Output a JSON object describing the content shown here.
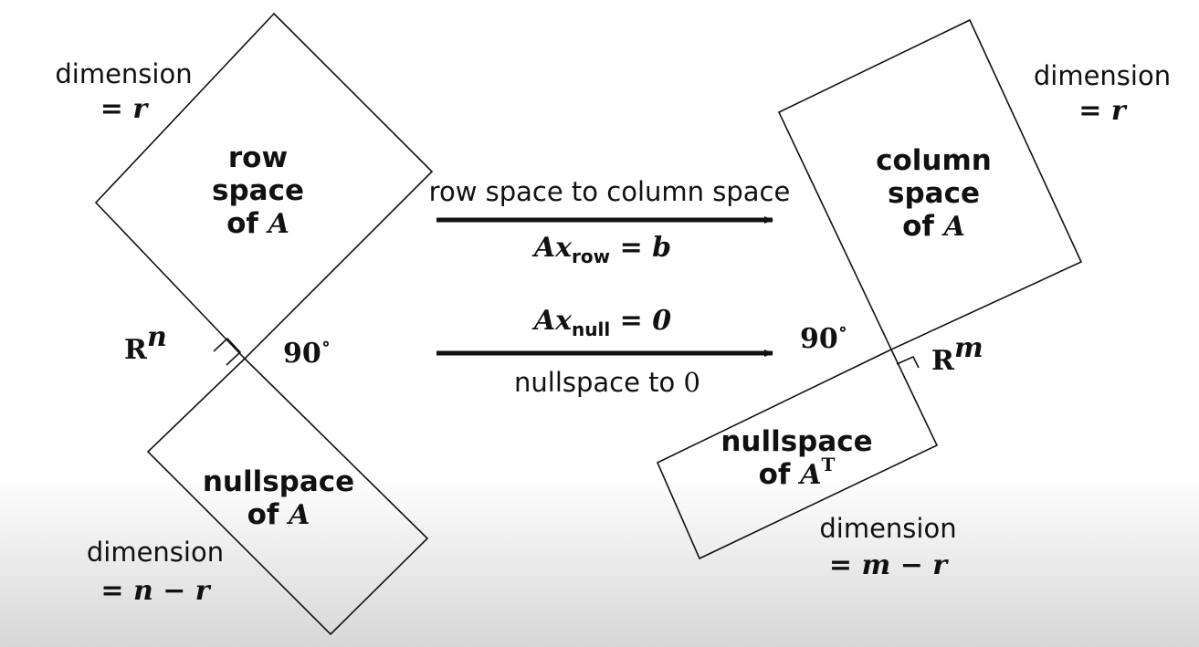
{
  "row_space": {
    "title_line1": "row",
    "title_line2": "space",
    "title_of": "of",
    "matrix": "A",
    "dimension_label": "dimension",
    "dimension_value": "= r"
  },
  "nullspace": {
    "title": "nullspace",
    "title_of": "of",
    "matrix": "A",
    "dimension_label": "dimension",
    "dimension_value": "= n − r"
  },
  "column_space": {
    "title_line1": "column",
    "title_line2": "space",
    "title_of": "of",
    "matrix": "A",
    "dimension_label": "dimension",
    "dimension_value": "= r"
  },
  "left_nullspace": {
    "title": "nullspace",
    "title_of": "of",
    "matrix": "A",
    "superscript": "T",
    "dimension_label": "dimension",
    "dimension_value": "= m − r"
  },
  "left_space": {
    "symbol": "R",
    "exponent": "n",
    "angle": "90",
    "degree": "∘"
  },
  "right_space": {
    "symbol": "R",
    "exponent": "m",
    "angle": "90",
    "degree": "∘"
  },
  "arrow_top": {
    "caption": "row space to column space",
    "eq_lhs": "Ax",
    "eq_sub": "row",
    "eq_rhs": "= b"
  },
  "arrow_bottom": {
    "eq_lhs": "Ax",
    "eq_sub": "null",
    "eq_rhs": "= 0",
    "caption_text": "nullspace to",
    "caption_value": "0"
  },
  "colors": {
    "ink": "#111111",
    "fade": "#d7d7d7"
  }
}
